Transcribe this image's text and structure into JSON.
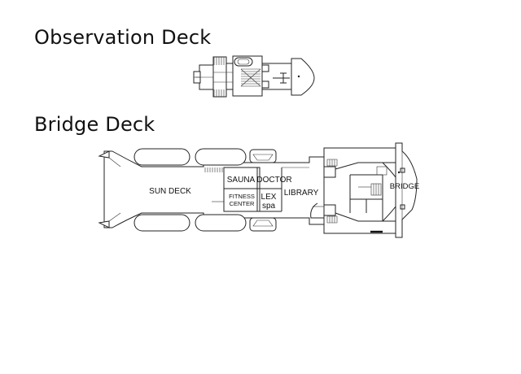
{
  "decks": {
    "observation": {
      "title": "Observation Deck"
    },
    "bridge": {
      "title": "Bridge Deck",
      "rooms": {
        "sun_deck": "SUN DECK",
        "sauna": "SAUNA",
        "doctor": "DOCTOR",
        "fitness_line1": "FITNESS",
        "fitness_line2": "CENTER",
        "lex": "LEX",
        "spa": "spa",
        "library": "LIBRARY",
        "bridge": "BRIDGE"
      }
    }
  }
}
